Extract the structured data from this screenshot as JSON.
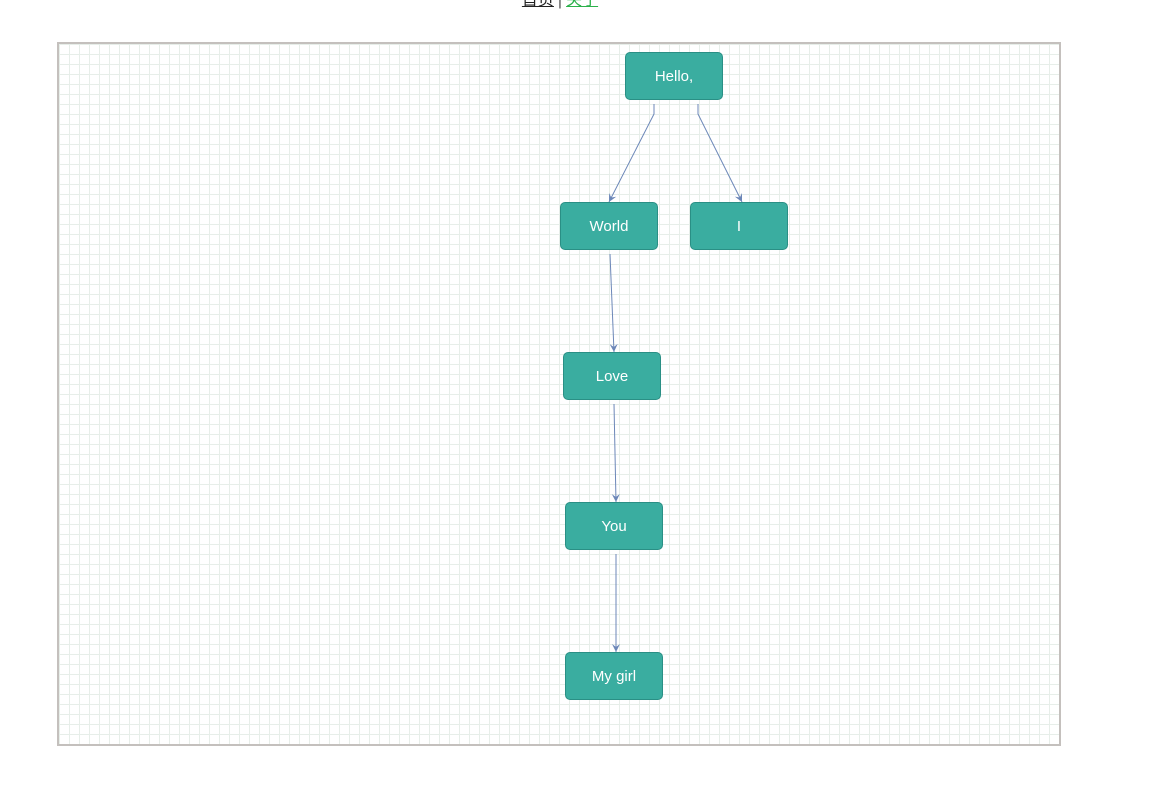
{
  "nav": {
    "home_label": "首页",
    "separator": "|",
    "about_label": "关于"
  },
  "diagram": {
    "node_color": "#3aada0",
    "edge_color": "#6c87b8",
    "grid_color": "#e7eee9",
    "nodes": [
      {
        "id": "hello",
        "label": "Hello,"
      },
      {
        "id": "world",
        "label": "World"
      },
      {
        "id": "i",
        "label": "I"
      },
      {
        "id": "love",
        "label": "Love"
      },
      {
        "id": "you",
        "label": "You"
      },
      {
        "id": "mygirl",
        "label": "My girl"
      }
    ],
    "edges": [
      {
        "from": "hello",
        "to": "world"
      },
      {
        "from": "hello",
        "to": "i"
      },
      {
        "from": "world",
        "to": "love"
      },
      {
        "from": "love",
        "to": "you"
      },
      {
        "from": "you",
        "to": "mygirl"
      }
    ]
  }
}
